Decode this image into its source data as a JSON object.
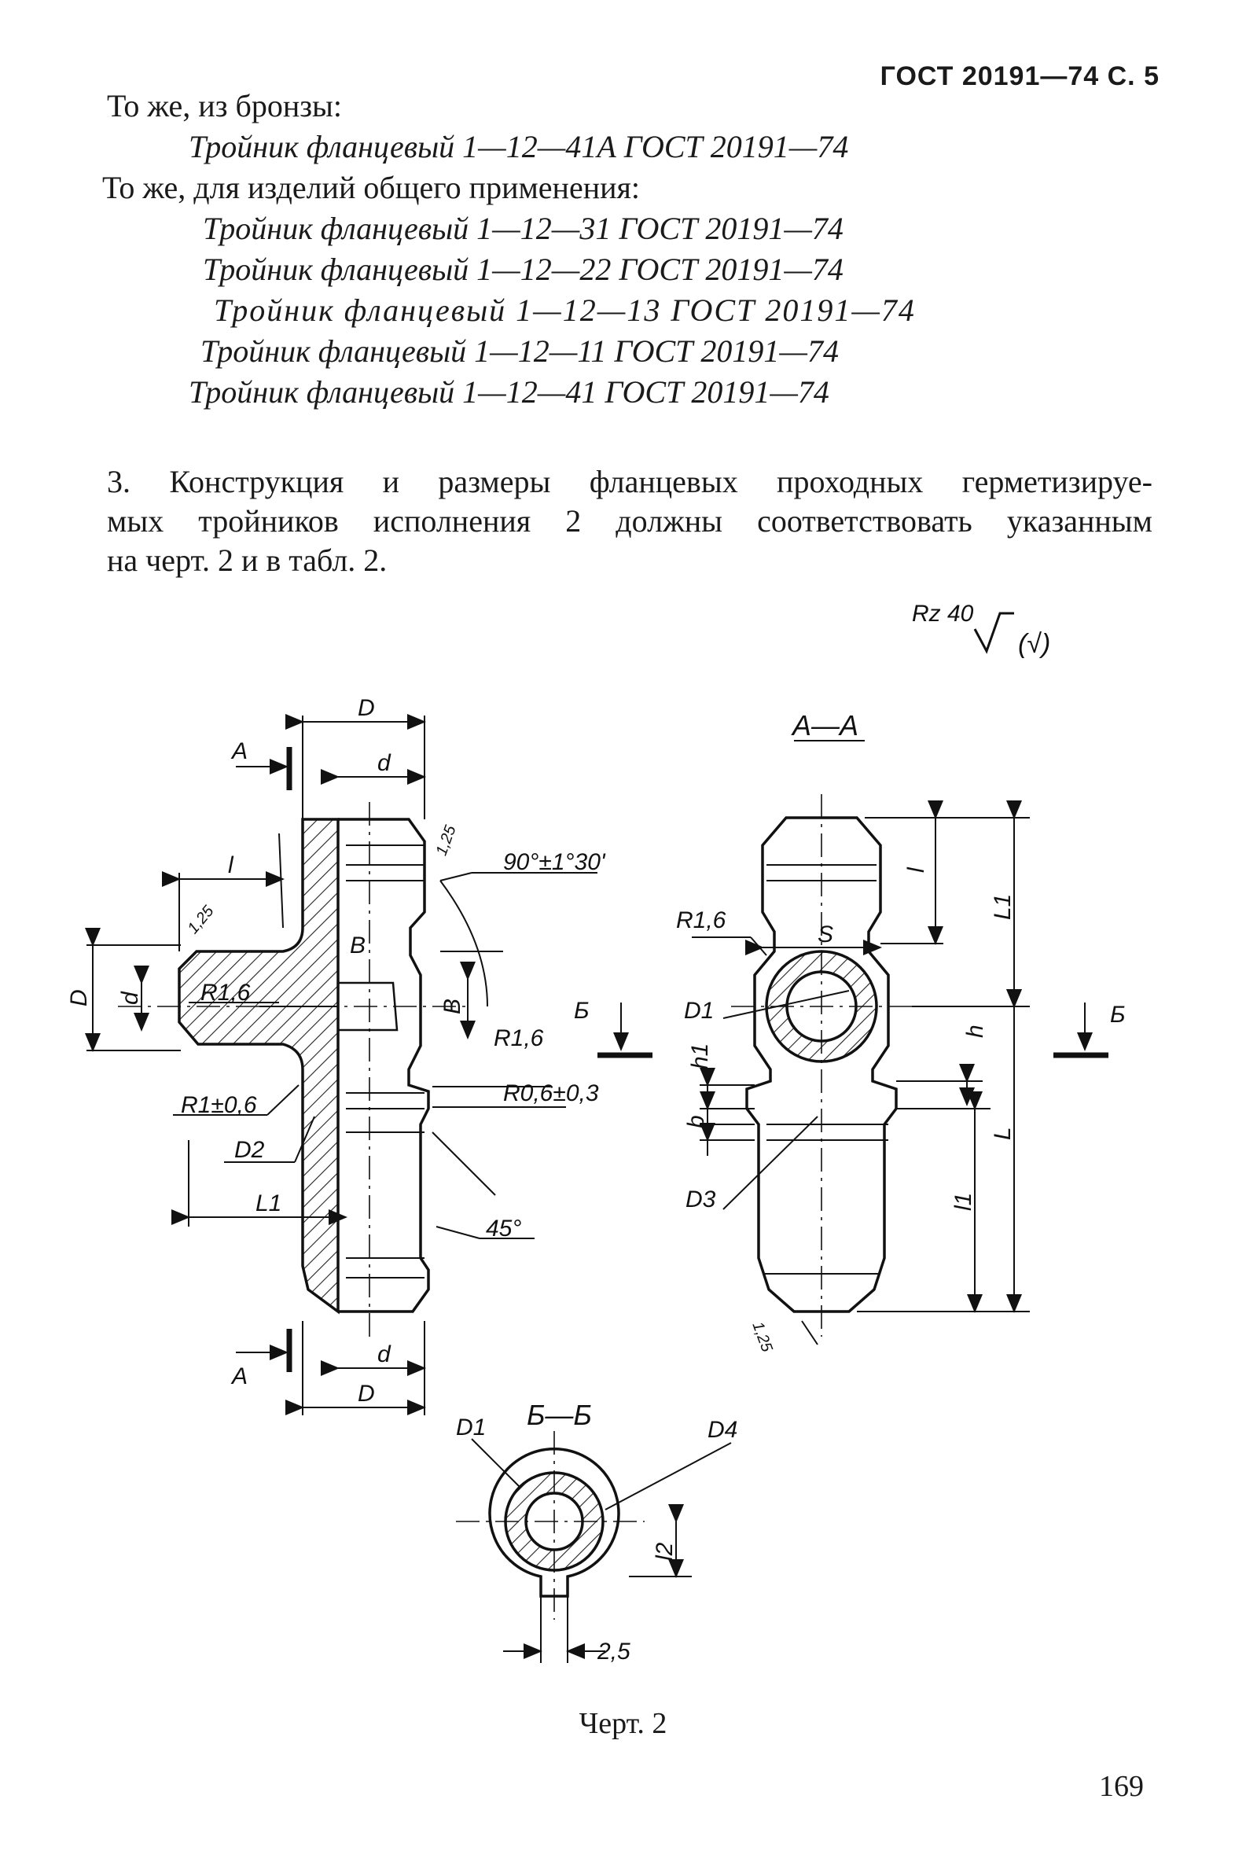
{
  "header": "ГОСТ 20191—74 С. 5",
  "intro_bronze": "То же, из бронзы:",
  "item_bronze": "Тройник фланцевый 1—12—41А ГОСТ 20191—74",
  "intro_general": "То же, для изделий общего применения:",
  "items_general": [
    "Тройник фланцевый 1—12—31 ГОСТ 20191—74",
    "Тройник фланцевый 1—12—22 ГОСТ 20191—74",
    "Тройник фланцевый 1—12—13 ГОСТ 20191—74",
    "Тройник фланцевый 1—12—11 ГОСТ 20191—74",
    "Тройник фланцевый 1—12—41 ГОСТ 20191—74"
  ],
  "para3": {
    "line1": "3. Конструкция и размеры фланцевых проходных герметизируе-",
    "line2": "мых тройников исполнения 2 должны соответствовать указанным",
    "line3": "на черт. 2 и в табл. 2."
  },
  "roughness": {
    "value": "Rz 40",
    "paren": "(√)"
  },
  "labels": {
    "A": "А",
    "AA": "А—А",
    "BB": "Б—Б",
    "B": "Б",
    "D": "D",
    "d": "d",
    "l": "l",
    "L1": "L1",
    "L": "L",
    "l1": "l1",
    "l2": "l2",
    "Bdim": "B",
    "S": "S",
    "h": "h",
    "h1": "h1",
    "b": "b",
    "D1": "D1",
    "D2": "D2",
    "D3": "D3",
    "D4": "D4",
    "r16": "R1,6",
    "r1": "R1±0,6",
    "r06": "R0,6±0,3",
    "angle": "90°±1°30'",
    "a45": "45°",
    "c125": "1,25",
    "w25": "2,5"
  },
  "caption": "Черт. 2",
  "page_number": "169"
}
